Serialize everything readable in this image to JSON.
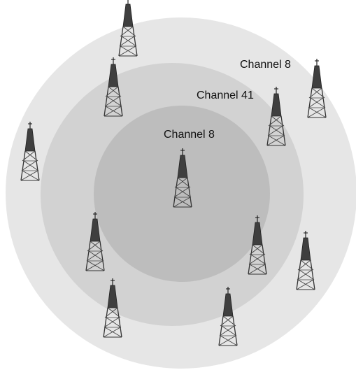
{
  "zones": {
    "outer": {
      "label": "Channel 8",
      "color": "#e6e6e6"
    },
    "middle": {
      "label": "Channel 41",
      "color": "#d2d2d2"
    },
    "inner": {
      "label": "Channel 8",
      "color": "#bdbdbd"
    }
  },
  "tower": {
    "icon": "cell-tower-icon",
    "body_color": "#555555",
    "tip_color": "#111111"
  }
}
